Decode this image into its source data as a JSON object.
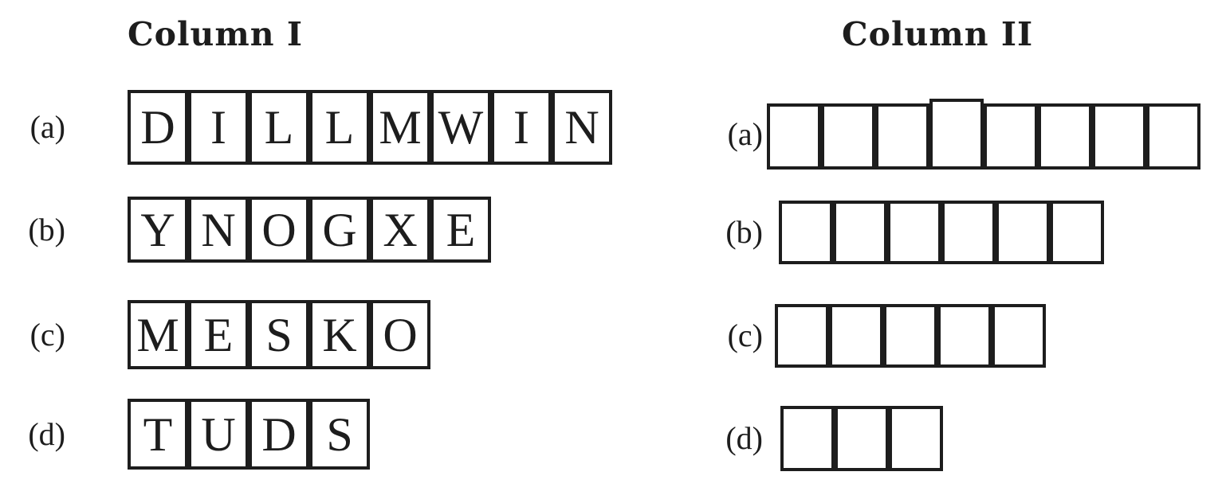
{
  "exercise": {
    "colors": {
      "ink": "#1d1d1d",
      "background": "#ffffff"
    },
    "column1": {
      "title": "Column I",
      "rows": [
        {
          "label": "(a)",
          "letters": [
            "D",
            "I",
            "L",
            "L",
            "M",
            "W",
            "I",
            "N"
          ]
        },
        {
          "label": "(b)",
          "letters": [
            "Y",
            "N",
            "O",
            "G",
            "X",
            "E"
          ]
        },
        {
          "label": "(c)",
          "letters": [
            "M",
            "E",
            "S",
            "K",
            "O"
          ]
        },
        {
          "label": "(d)",
          "letters": [
            "T",
            "U",
            "D",
            "S"
          ]
        }
      ]
    },
    "column2": {
      "title": "Column II",
      "rows": [
        {
          "label": "(a)",
          "box_count": 8
        },
        {
          "label": "(b)",
          "box_count": 6
        },
        {
          "label": "(c)",
          "box_count": 5
        },
        {
          "label": "(d)",
          "box_count": 3
        }
      ]
    }
  }
}
